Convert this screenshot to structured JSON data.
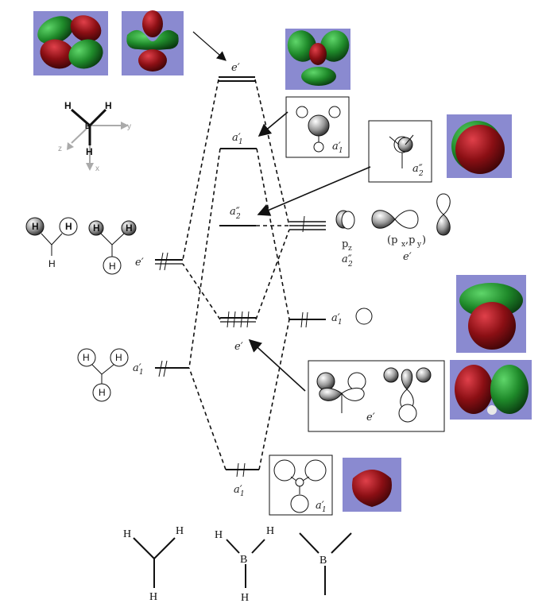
{
  "labels": {
    "e_prime_top": "e′",
    "a1_prime_mid": "a′",
    "a1_prime_mid_sub": "1",
    "a2_double": "a″",
    "a2_double_sub": "2",
    "e_prime_left": "e′",
    "e_prime_bonding": "e′",
    "a1_left": "a′",
    "a1_left_sub": "1",
    "a1_right": "a′",
    "a1_right_sub": "1",
    "a1_bottom": "a′",
    "a1_bottom_sub": "1",
    "box_a1_top": "a′",
    "box_a1_top_sub": "1",
    "box_a2": "a″",
    "box_a2_sub": "2",
    "box_e": "e′",
    "box_a1_bottom": "a′",
    "box_a1_bottom_sub": "1"
  },
  "atomic_orbitals": {
    "pz": "p",
    "pz_sub": "z",
    "pz_sym": "a″",
    "pz_sym_sub": "2",
    "pxpy": "(p",
    "pxpy_x": "x",
    "pxpy_comma": ",p",
    "pxpy_y": "y",
    "pxpy_close": ")",
    "pxpy_sym": "e′"
  },
  "axes": {
    "x": "x",
    "y": "y",
    "z": "z"
  },
  "atoms": {
    "H": "H",
    "B": "B"
  },
  "colors": {
    "lobe_red": "#8b0f14",
    "lobe_green": "#1f8a2a",
    "panel_bg": "#8a8ad0",
    "line": "#111111"
  }
}
